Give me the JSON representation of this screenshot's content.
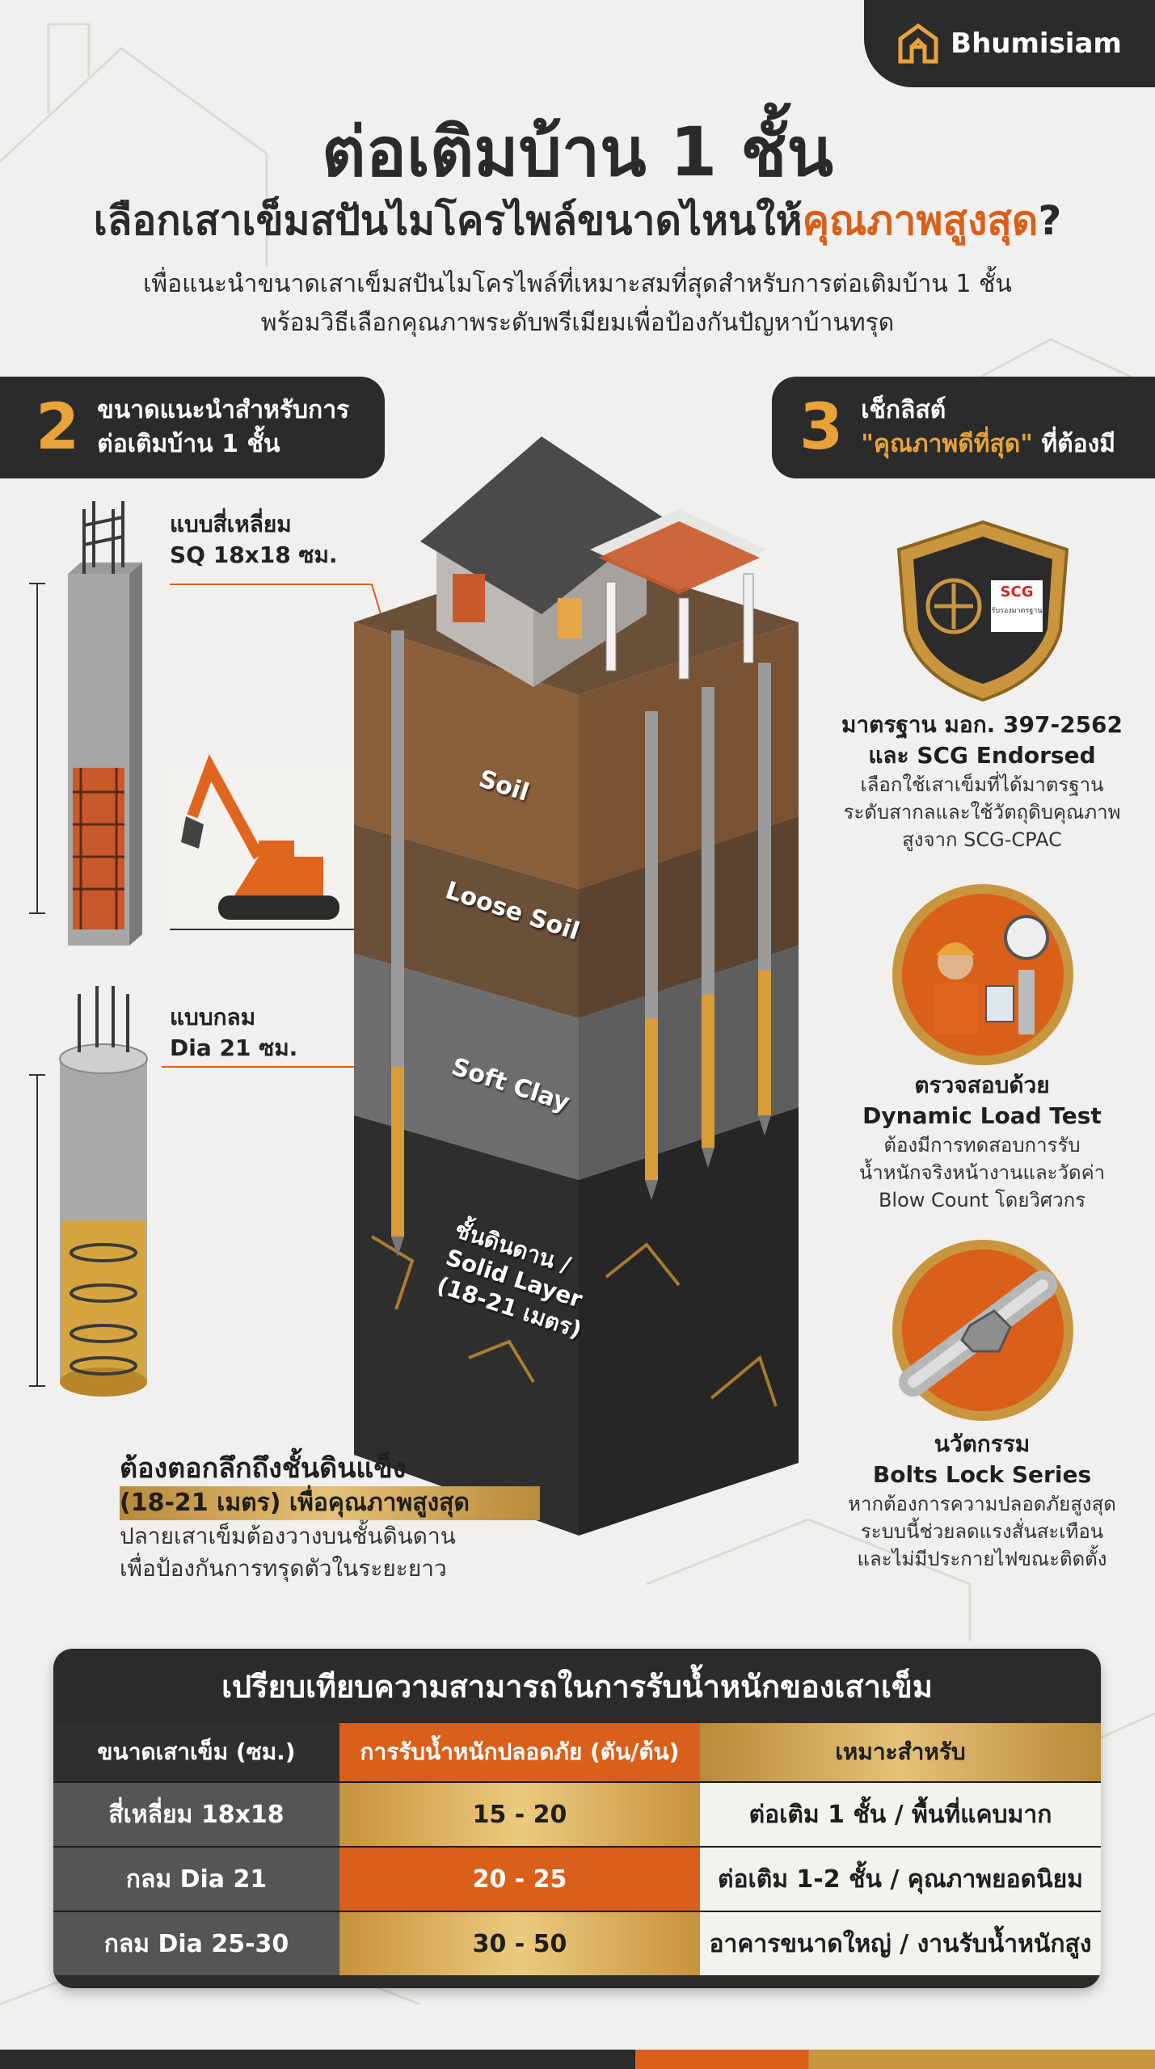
{
  "brand": {
    "name": "Bhumisiam"
  },
  "header": {
    "title": "ต่อเติมบ้าน 1 ชั้น",
    "subtitle_main": "เลือกเสาเข็มสปันไมโครไพล์ขนาดไหนให้",
    "subtitle_highlight": "คุณภาพสูงสุด",
    "subtitle_end": "?",
    "intro_line1": "เพื่อแนะนำขนาดเสาเข็มสปันไมโครไพล์ที่เหมาะสมที่สุดสำหรับการต่อเติมบ้าน 1 ชั้น",
    "intro_line2": "พร้อมวิธีเลือกคุณภาพระดับพรีเมียมเพื่อป้องกันปัญหาบ้านทรุด"
  },
  "section_left": {
    "number": "2",
    "line1": "ขนาดแนะนำสำหรับการ",
    "line2": "ต่อเติมบ้าน 1 ชั้น"
  },
  "section_right": {
    "number": "3",
    "line1": "เช็กลิสต์",
    "line2_quoted": "\"คุณภาพดีที่สุด\"",
    "line2_rest": " ที่ต้องมี"
  },
  "piles": [
    {
      "line1": "แบบสี่เหลี่ยม",
      "line2": "SQ 18x18 ซม."
    },
    {
      "line1": "แบบกลม",
      "line2": "Dia 21 ซม."
    }
  ],
  "soil_layers": {
    "soil": "Soil",
    "loose": "Loose Soil",
    "clay": "Soft Clay",
    "solid_1": "ชั้นดินดาน /",
    "solid_2": "Solid Layer",
    "solid_3": "(18-21 เมตร)"
  },
  "depth_note": {
    "heading": "ต้องตอกลึกถึงชั้นดินแข็ง",
    "heading2": "(18-21 เมตร) เพื่อคุณภาพสูงสุด",
    "body1": "ปลายเสาเข็มต้องวางบนชั้นดินดาน",
    "body2": "เพื่อป้องกันการทรุดตัวในระยะยาว"
  },
  "checklist": [
    {
      "h1": "มาตรฐาน มอก. 397-2562",
      "h2": "และ SCG Endorsed",
      "p1": "เลือกใช้เสาเข็มที่ได้มาตรฐาน",
      "p2": "ระดับสากลและใช้วัตถุดิบคุณภาพ",
      "p3": "สูงจาก SCG-CPAC",
      "badge": "SCG",
      "badge_small": "รับรองมาตรฐาน"
    },
    {
      "h1": "ตรวจสอบด้วย",
      "h2": "Dynamic Load Test",
      "p1": "ต้องมีการทดสอบการรับ",
      "p2": "น้ำหนักจริงหน้างานและวัดค่า",
      "p3": "Blow Count โดยวิศวกร"
    },
    {
      "h1": "นวัตกรรม",
      "h2": "Bolts Lock Series",
      "p1": "หากต้องการความปลอดภัยสูงสุด",
      "p2": "ระบบนี้ช่วยลดแรงสั่นสะเทือน",
      "p3": "และไม่มีประกายไฟขณะติดตั้ง"
    }
  ],
  "table": {
    "title": "เปรียบเทียบความสามารถในการรับน้ำหนักของเสาเข็ม",
    "headers": [
      "ขนาดเสาเข็ม (ซม.)",
      "การรับน้ำหนักปลอดภัย (ตัน/ต้น)",
      "เหมาะสำหรับ"
    ],
    "rows": [
      [
        "สี่เหลี่ยม 18x18",
        "15 - 20",
        "ต่อเติม 1 ชั้น / พื้นที่แคบมาก"
      ],
      [
        "กลม Dia 21",
        "20 - 25",
        "ต่อเติม 1-2 ชั้น / คุณภาพยอดนิยม"
      ],
      [
        "กลม Dia 25-30",
        "30 - 50",
        "อาคารขนาดใหญ่ / งานรับน้ำหนักสูง"
      ]
    ]
  },
  "colors": {
    "accent": "#d9601b",
    "gold": "#e8a33a",
    "dark": "#2b2b2b"
  }
}
